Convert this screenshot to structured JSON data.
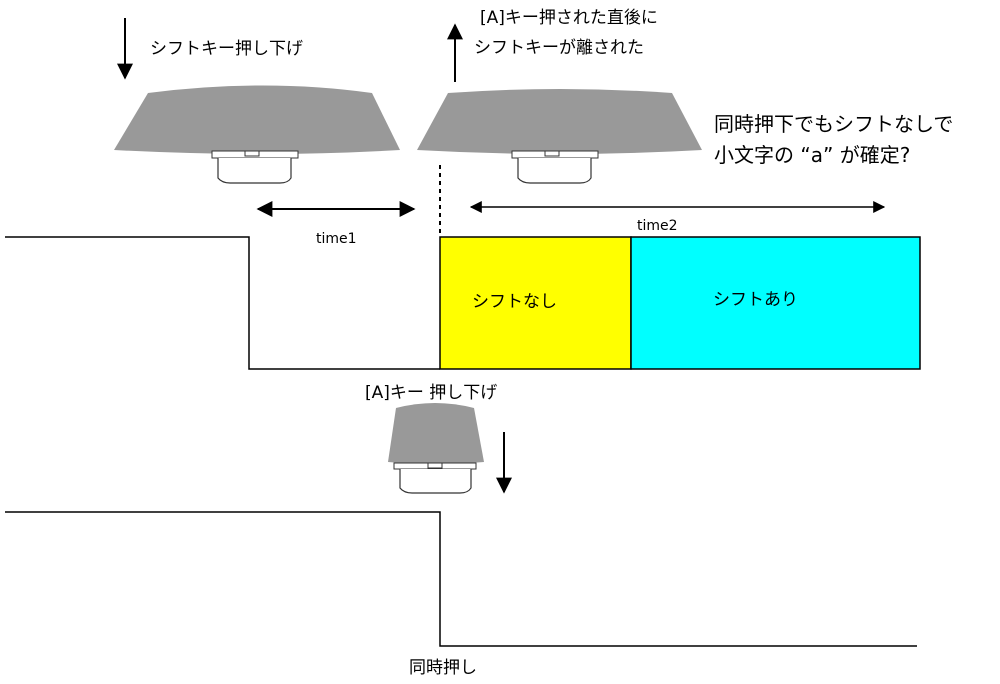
{
  "labels": {
    "shift_press": "シフトキー押し下げ",
    "shift_release_line1": "[A]キー押された直後に",
    "shift_release_line2": "シフトキーが離された",
    "question_line1": "同時押下でもシフトなしで",
    "question_line2": "小文字の “a” が確定?",
    "time1": "time1",
    "time2": "time2",
    "no_shift": "シフトなし",
    "with_shift": "シフトあり",
    "a_key_press": "[A]キー 押し下げ",
    "simultaneous": "同時押し"
  },
  "colors": {
    "no_shift_fill": "#ffff00",
    "with_shift_fill": "#00ffff",
    "key_gray": "#999999",
    "line": "#000000"
  }
}
